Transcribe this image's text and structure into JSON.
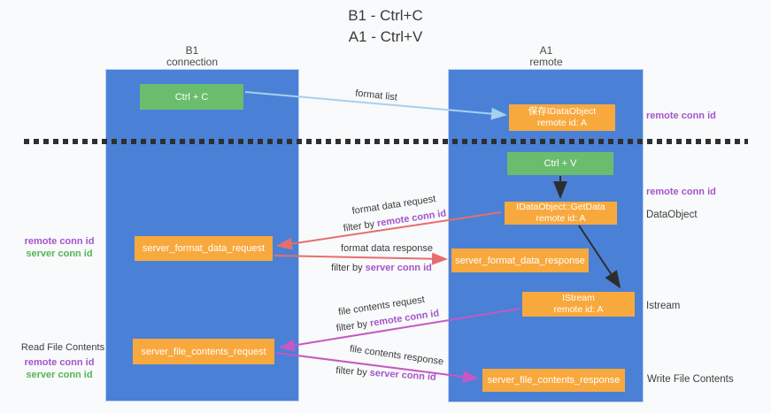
{
  "title": {
    "line1": "B1 - Ctrl+C",
    "line2": "A1 - Ctrl+V"
  },
  "lanes": {
    "left": {
      "name": "B1",
      "role": "connection"
    },
    "right": {
      "name": "A1",
      "role": "remote"
    }
  },
  "nodes": {
    "ctrl_c": {
      "label": "Ctrl + C"
    },
    "ctrl_v": {
      "label": "Ctrl + V"
    },
    "save_idataobject": {
      "line1": "保存IDataObject",
      "line2": "remote id: A"
    },
    "idataobject_getdata": {
      "line1": "IDataObject::GetData",
      "line2": "remote id: A"
    },
    "istream": {
      "line1": "IStream",
      "line2": "remote id: A"
    },
    "server_format_data_request": {
      "label": "server_format_data_request"
    },
    "server_format_data_response": {
      "label": "server_format_data_response"
    },
    "server_file_contents_request": {
      "label": "server_file_contents_request"
    },
    "server_file_contents_response": {
      "label": "server_file_contents_response"
    }
  },
  "annotations": {
    "right": {
      "remote_conn_id_top": "remote conn id",
      "remote_conn_id_mid": "remote conn id",
      "dataobject": "DataObject",
      "istream": "Istream",
      "write_file_contents": "Write File Contents"
    },
    "left": {
      "remote_conn_id_mid": "remote conn id",
      "server_conn_id_mid": "server conn id",
      "read_file_contents": "Read File Contents",
      "remote_conn_id_bottom": "remote conn id",
      "server_conn_id_bottom": "server conn id"
    }
  },
  "flows": {
    "format_list": {
      "label": "format list"
    },
    "format_data_request": {
      "label": "format data request",
      "filter_prefix": "filter by ",
      "filter_value": "remote conn id"
    },
    "format_data_response": {
      "label": "format data response",
      "filter_prefix": "filter by ",
      "filter_value": "server conn id"
    },
    "file_contents_request": {
      "label": "file contents request",
      "filter_prefix": "filter by ",
      "filter_value": "remote conn id"
    },
    "file_contents_response": {
      "label": "file contents response",
      "filter_prefix": "filter by ",
      "filter_value": "server conn id"
    }
  },
  "colors": {
    "lane_blue": "#4a81d6",
    "node_green": "#6abd6d",
    "node_orange": "#f8a93e",
    "conn_id_purple": "#a455cb",
    "conn_id_green": "#53b556",
    "arrow_light_blue": "#a5d1f0",
    "arrow_red": "#e66e6e",
    "arrow_magenta": "#c657c6",
    "arrow_black": "#2d2d2d",
    "background": "#f9fafb"
  }
}
